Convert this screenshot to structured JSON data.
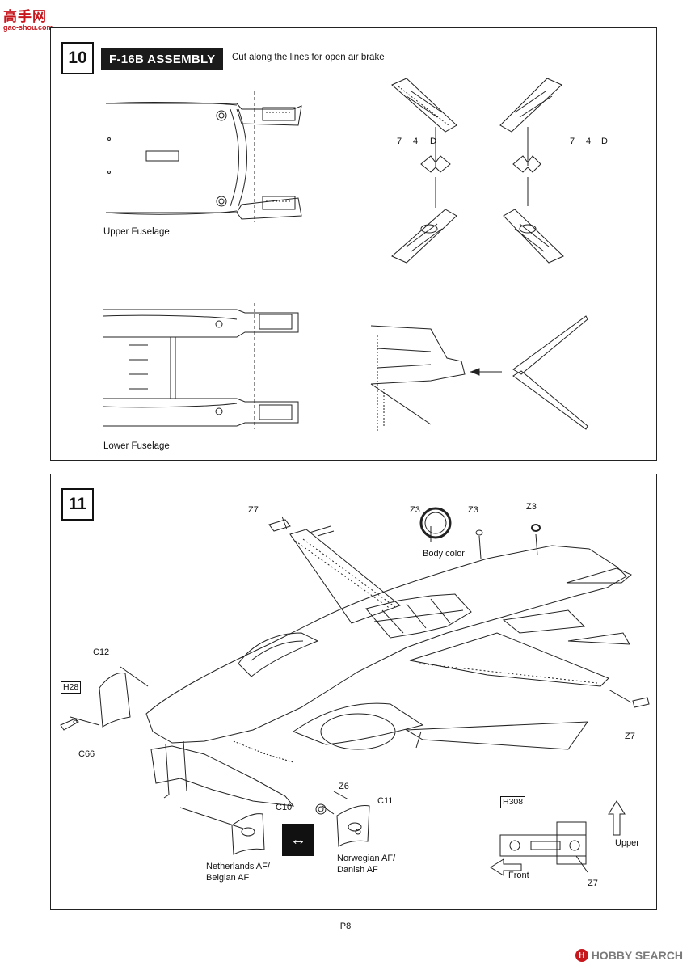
{
  "watermark_top": {
    "chinese": "高手网",
    "url": "gao-shou.com"
  },
  "step10": {
    "number": "10",
    "title": "F-16B ASSEMBLY",
    "note": "Cut along the lines for open air brake",
    "upper_caption": "Upper Fuselage",
    "lower_caption": "Lower Fuselage",
    "left_callout": [
      "7",
      "4",
      "D"
    ],
    "right_callout": [
      "7",
      "4",
      "D"
    ]
  },
  "step11": {
    "number": "11",
    "parts": {
      "z7_top": "Z7",
      "z3_ring": "Z3",
      "body_color": "Body color",
      "z3_mid": "Z3",
      "z3_right": "Z3",
      "c12": "C12",
      "h28": "H28",
      "c66": "C66",
      "z7_right": "Z7",
      "z6": "Z6",
      "c10": "C10",
      "c11": "C11",
      "h308": "H308",
      "z7_bottom": "Z7"
    },
    "netherlands": [
      "Netherlands AF/",
      "Belgian AF"
    ],
    "norwegian": [
      "Norwegian AF/",
      "Danish AF"
    ],
    "upper": "Upper",
    "front": "Front",
    "flag_icon": "↔"
  },
  "page_number": "P8",
  "watermark_bottom": "HOBBY SEARCH"
}
